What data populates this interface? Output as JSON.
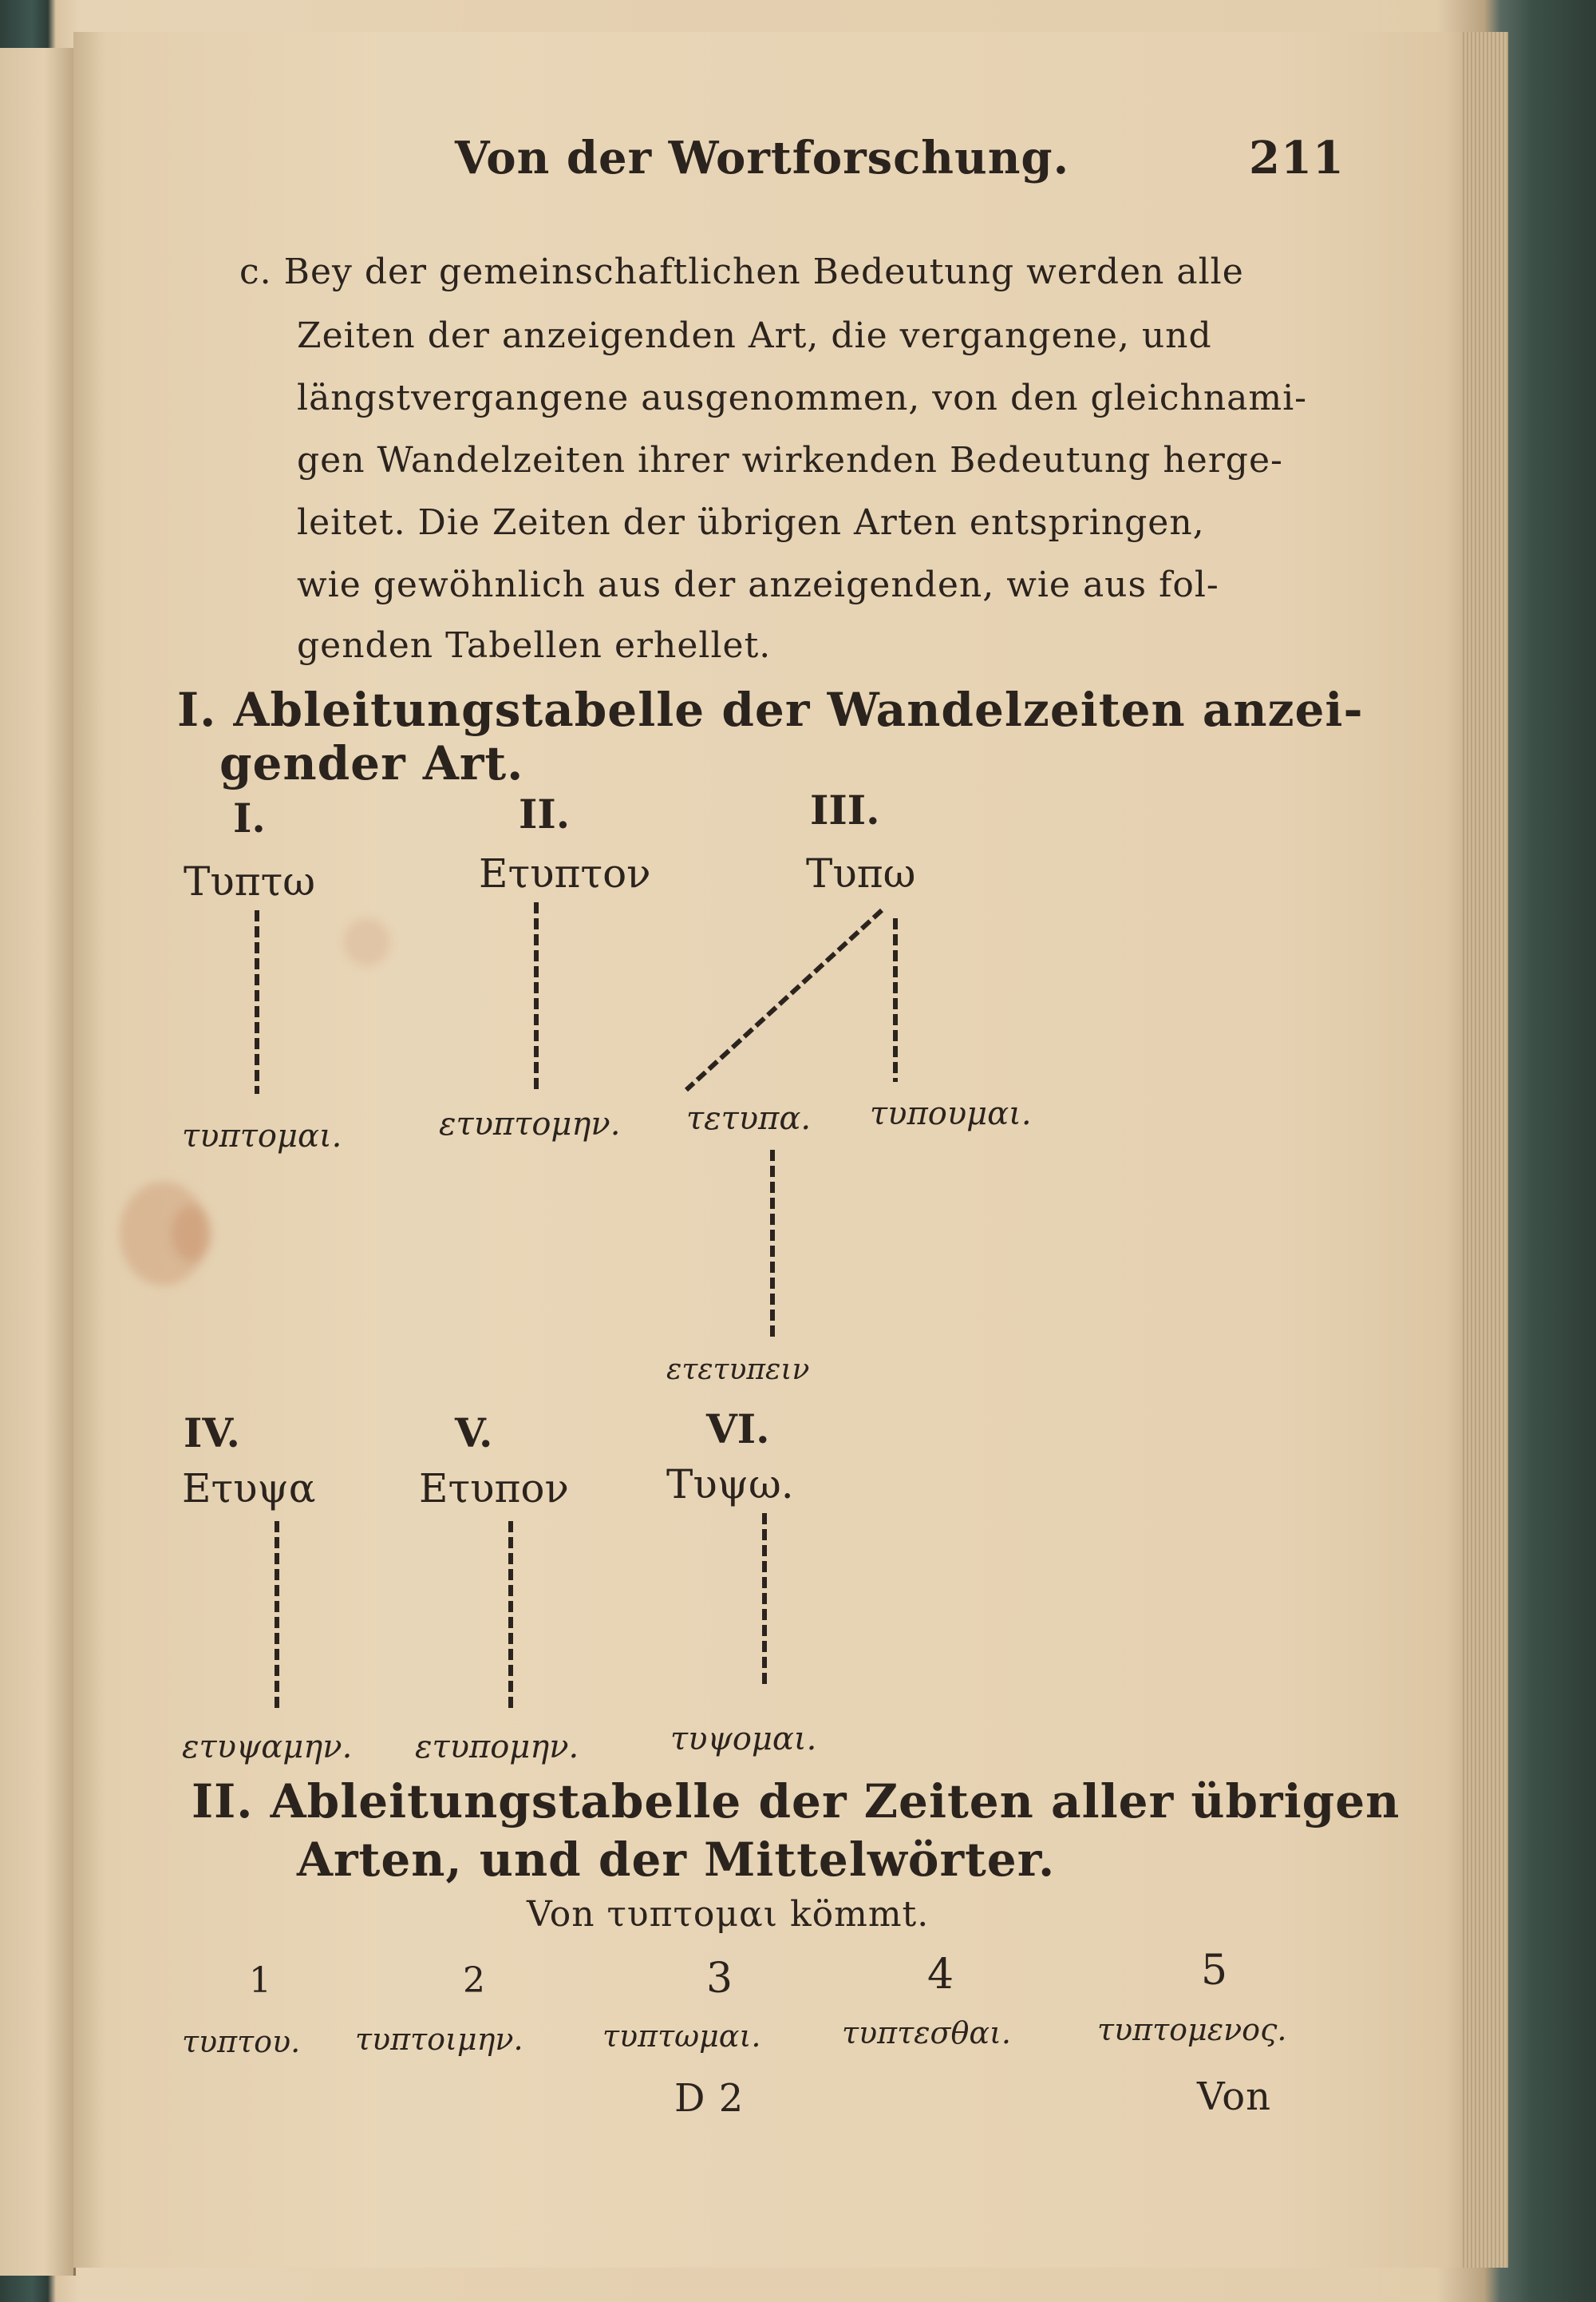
{
  "header": {
    "title": "Von der Wortforschung.",
    "page_number": "211"
  },
  "paragraph": {
    "lines": [
      "c. Bey der gemeinschaftlichen Bedeutung werden alle",
      "Zeiten der anzeigenden Art, die vergangene, und",
      "längstvergangene ausgenommen, von den gleichnami-",
      "gen Wandelzeiten ihrer wirkenden Bedeutung herge-",
      "leitet. Die Zeiten der übrigen Arten entspringen,",
      "wie gewöhnlich aus der anzeigenden, wie aus fol-",
      "genden Tabellen erhellet."
    ]
  },
  "section1": {
    "title_line1": "I. Ableitungstabelle der Wandelzeiten anzei-",
    "title_line2": "gender Art.",
    "roman": [
      "I.",
      "II.",
      "III.",
      "IV.",
      "V.",
      "VI."
    ],
    "sources": [
      "Τυπτω",
      "Ετυπτον",
      "Τυπω",
      "Ετυψα",
      "Ετυπον",
      "Τυψω."
    ],
    "targets": [
      "τυπτομαι.",
      "ετυπτομην.",
      "τετυπα.",
      "τυπουμαι.",
      "ετετυπειν",
      "ετυψαμην.",
      "ετυπομην.",
      "τυψομαι."
    ]
  },
  "section2": {
    "title_line1": "II. Ableitungstabelle der Zeiten aller übrigen",
    "title_line2": "Arten, und der Mittelwörter.",
    "subtitle": "Von τυπτομαι kömmt.",
    "numbers": [
      "1",
      "2",
      "3",
      "4",
      "5"
    ],
    "forms": [
      "τυπτου.",
      "τυπτοιμην.",
      "τυπτωμαι.",
      "τυπτεσθαι.",
      "τυπτομενος."
    ]
  },
  "footer": {
    "signature": "D 2",
    "catchword": "Von"
  }
}
